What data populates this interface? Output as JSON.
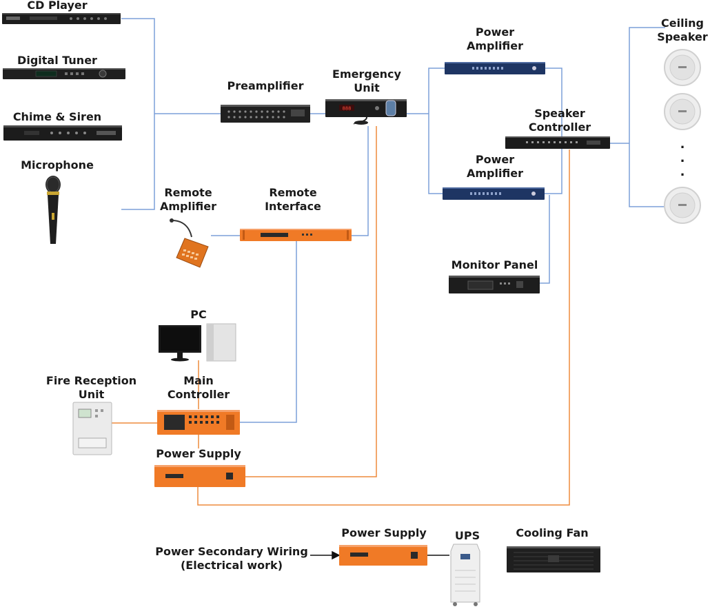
{
  "colors": {
    "signal_wire": "#7b9fd8",
    "power_wire": "#ee8a3c",
    "orange_unit": "#f07a26",
    "dark_unit": "#1e1e1e",
    "blue_unit": "#1e3563"
  },
  "labels": {
    "cd_player": "CD Player",
    "digital_tuner": "Digital Tuner",
    "chime_siren": "Chime & Siren",
    "microphone": "Microphone",
    "preamplifier": "Preamplifier",
    "emergency_unit": [
      "Emergency",
      "Unit"
    ],
    "power_amplifier_top": [
      "Power",
      "Amplifier"
    ],
    "power_amplifier_bottom": [
      "Power",
      "Amplifier"
    ],
    "speaker_controller": [
      "Speaker",
      "Controller"
    ],
    "ceiling_speaker": [
      "Ceiling",
      "Speaker"
    ],
    "remote_amplifier": [
      "Remote",
      "Amplifier"
    ],
    "remote_interface": [
      "Remote",
      "Interface"
    ],
    "monitor_panel": "Monitor Panel",
    "pc": "PC",
    "fire_reception_unit": [
      "Fire Reception",
      "Unit"
    ],
    "main_controller": [
      "Main",
      "Controller"
    ],
    "power_supply_main": "Power Supply",
    "power_supply_bottom": "Power Supply",
    "ups": "UPS",
    "cooling_fan": "Cooling Fan",
    "power_secondary_wiring": [
      "Power Secondary Wiring",
      "(Electrical work)"
    ]
  },
  "ellipsis": ".\n.\n."
}
